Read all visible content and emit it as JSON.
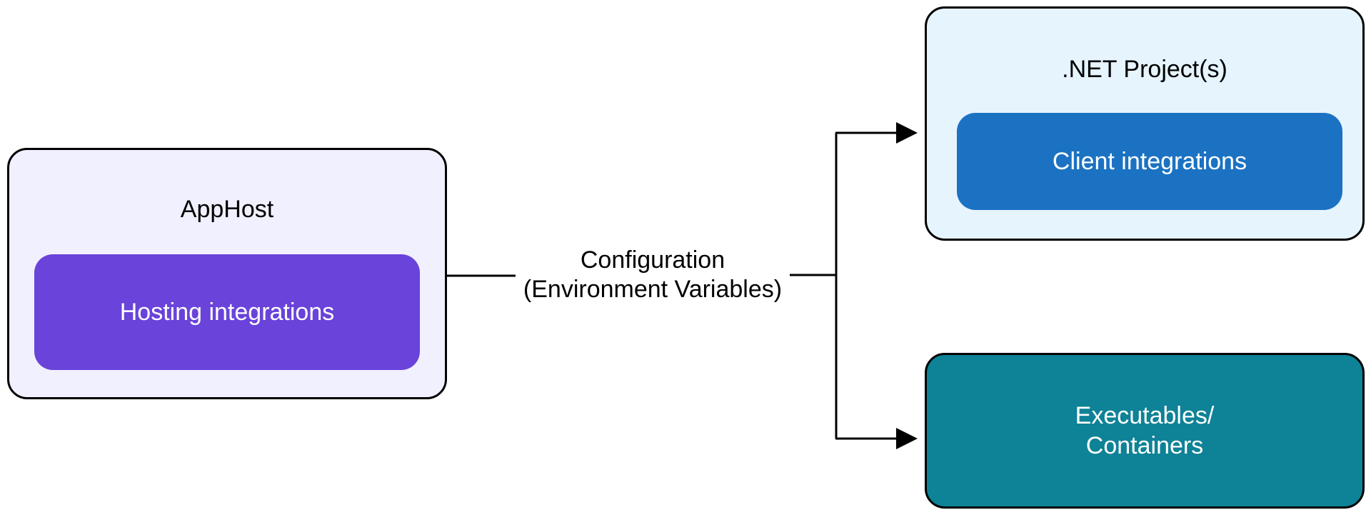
{
  "apphost": {
    "title": "AppHost",
    "inner_label": "Hosting integrations"
  },
  "connector": {
    "line1": "Configuration",
    "line2": "(Environment Variables)"
  },
  "net_project": {
    "title": ".NET Project(s)",
    "inner_label": "Client integrations"
  },
  "executables": {
    "line1": "Executables/",
    "line2": "Containers"
  },
  "colors": {
    "apphost_fill": "#f1f0fe",
    "hosting_fill": "#6943da",
    "net_project_fill": "#e6f4fd",
    "client_fill": "#1b72c2",
    "executables_fill": "#0e8296",
    "stroke": "#000000"
  }
}
